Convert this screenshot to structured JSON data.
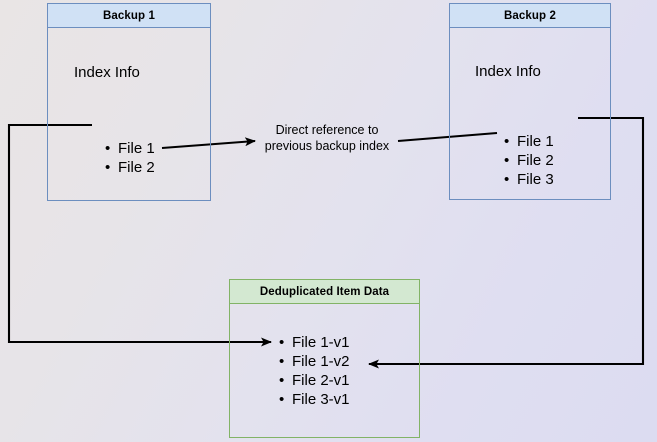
{
  "diagram": {
    "title_hidden": "",
    "background": {
      "gradient_start": "#e9e5e5",
      "gradient_end": "#dcdcf1"
    },
    "colors": {
      "blue_border": "#6c8ebf",
      "blue_header": "#d0e1f5",
      "green_border": "#82b366",
      "green_header": "#d3e8d1",
      "edge": "#000000"
    },
    "nodes": {
      "backup1": {
        "title": "Backup 1",
        "section_label": "Index Info",
        "items": [
          "File 1",
          "File 2"
        ]
      },
      "backup2": {
        "title": "Backup 2",
        "section_label": "Index Info",
        "items": [
          "File 1",
          "File 2",
          "File 3"
        ]
      },
      "dedup": {
        "title": "Deduplicated Item Data",
        "items": [
          "File 1-v1",
          "File 1-v2",
          "File 2-v1",
          "File 3-v1"
        ]
      }
    },
    "edge_labels": {
      "direct_reference_line1": "Direct reference to",
      "direct_reference_line2": "previous backup index"
    }
  }
}
